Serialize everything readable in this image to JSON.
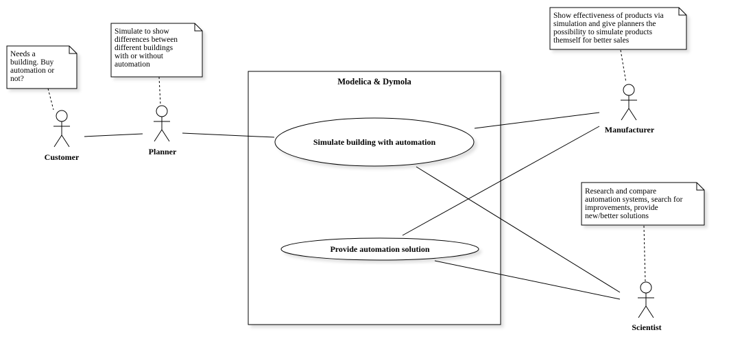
{
  "system": {
    "title": "Modelica & Dymola"
  },
  "actors": {
    "customer": "Customer",
    "planner": "Planner",
    "manufacturer": "Manufacturer",
    "scientist": "Scientist"
  },
  "use_cases": {
    "simulate": "Simulate building with automation",
    "provide": "Provide automation solution"
  },
  "notes": {
    "customer": [
      "Needs a",
      "building. Buy",
      "automation or",
      "not?"
    ],
    "planner": [
      "Simulate to show",
      "differences between",
      "different buildings",
      "with or without",
      "automation"
    ],
    "manufacturer": [
      "Show effectiveness of products via",
      "simulation and give planners the",
      "possibility to simulate products",
      "themself for better sales"
    ],
    "scientist": [
      "Research and compare",
      "automation systems, search for",
      "improvements, provide",
      "new/better solutions"
    ]
  }
}
